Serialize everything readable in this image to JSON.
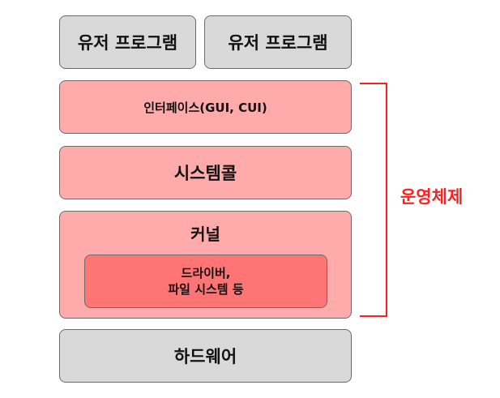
{
  "user_programs": [
    "유저 프로그램",
    "유저 프로그램"
  ],
  "interface_label": "인터페이스(GUI, CUI)",
  "system_call_label": "시스템콜",
  "kernel": {
    "title": "커널",
    "driver_label": "드라이버,\n파일 시스템 등"
  },
  "hardware_label": "하드웨어",
  "os_label": "운영체제",
  "colors": {
    "user_program_fill": "#d9d9d9",
    "os_layer_fill": "#ffabab",
    "driver_fill": "#ff7474",
    "bracket": "#ff1f1f"
  }
}
